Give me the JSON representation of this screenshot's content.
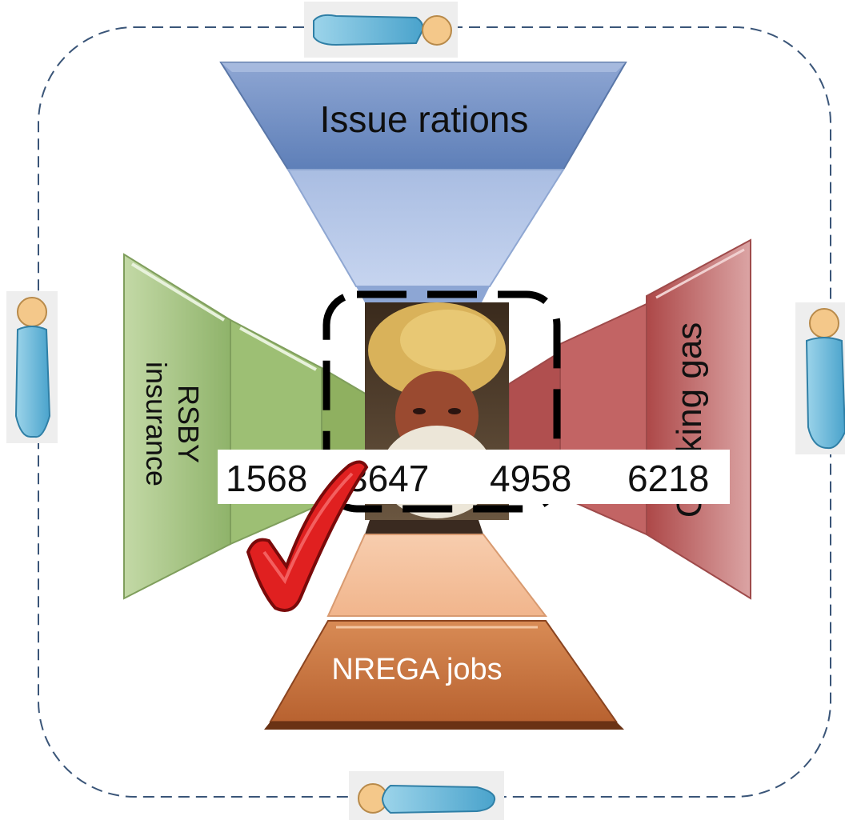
{
  "diagram": {
    "top_label": "Issue rations",
    "bottom_label": "NREGA jobs",
    "left_label_line1": "RSBY",
    "left_label_line2": "insurance",
    "right_label": "Cooking gas",
    "id_digits": [
      "1568",
      "3647",
      "4958",
      "6218"
    ],
    "colors": {
      "top": "#7b96c4",
      "left": "#a9c48a",
      "right": "#c96f6f",
      "bottom": "#c97a45",
      "bottom_top": "#f5c6a3",
      "checkmark": "#e02020",
      "border": "#3a5578"
    },
    "icons": [
      "person-lying-icon",
      "person-standing-icon",
      "person-standing-icon",
      "person-lying-icon",
      "elder-photo",
      "checkmark-icon"
    ]
  }
}
